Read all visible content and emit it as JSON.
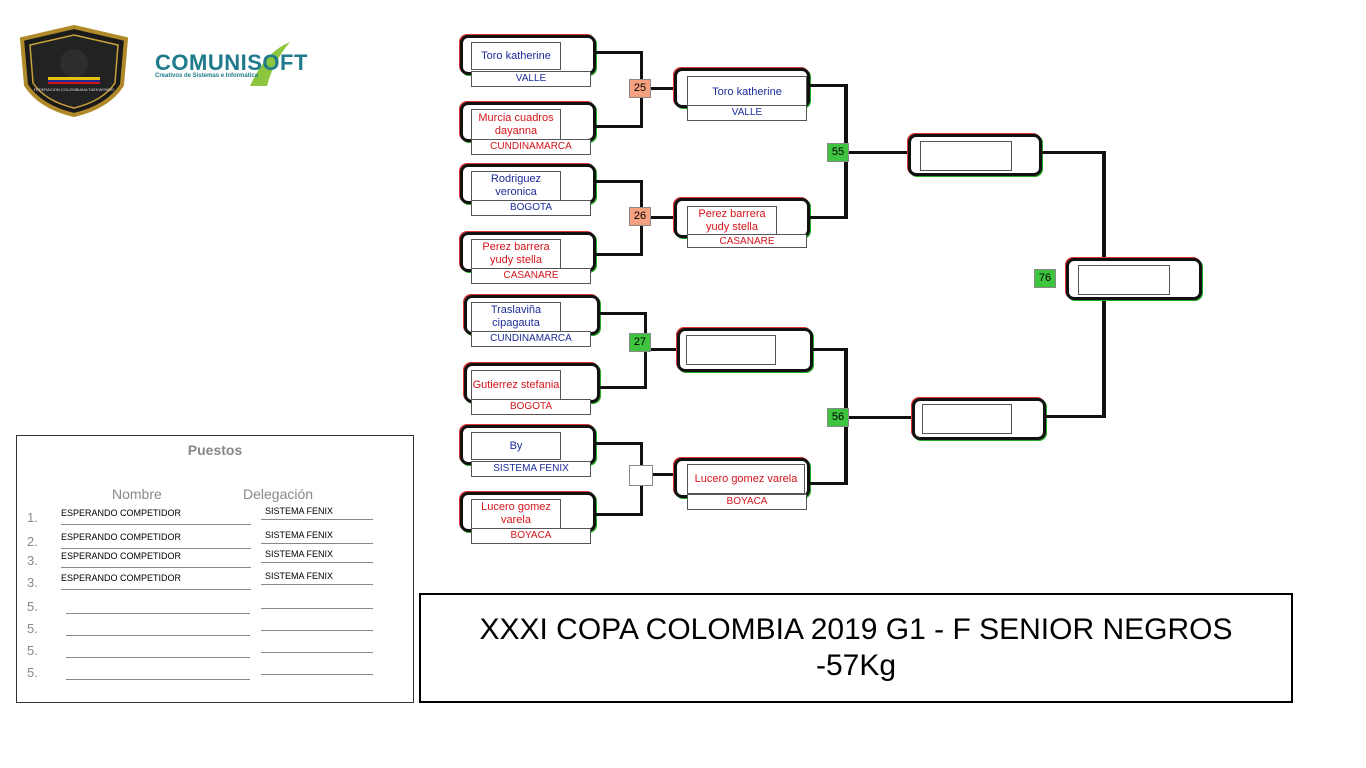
{
  "logos": {
    "federation_text": "FEDERACION COLOMBIANA TAEKWONDO",
    "comunisoft_brand": "COMUNISOFT",
    "comunisoft_tagline": "Creativos de Sistemas e Informática"
  },
  "round1": [
    {
      "name": "Toro  katherine",
      "delegation": "VALLE",
      "color": "blue"
    },
    {
      "name": "Murcia cuadros dayanna",
      "delegation": "CUNDINAMARCA",
      "color": "red"
    },
    {
      "name": "Rodriguez veronica",
      "delegation": "BOGOTA",
      "color": "blue"
    },
    {
      "name": "Perez barrera yudy stella",
      "delegation": "CASANARE",
      "color": "red"
    },
    {
      "name": "Traslaviña cipagauta",
      "delegation": "CUNDINAMARCA",
      "color": "blue"
    },
    {
      "name": "Gutierrez stefania",
      "delegation": "BOGOTA",
      "color": "red"
    },
    {
      "name": "By",
      "delegation": "SISTEMA FENIX",
      "color": "blue"
    },
    {
      "name": "Lucero gomez varela",
      "delegation": "BOYACA",
      "color": "red"
    }
  ],
  "round2": [
    {
      "name": "Toro  katherine",
      "delegation": "VALLE",
      "color": "blue"
    },
    {
      "name": "Perez barrera yudy stella",
      "delegation": "CASANARE",
      "color": "red"
    },
    {
      "name": "",
      "delegation": "",
      "color": "blue"
    },
    {
      "name": "Lucero gomez varela",
      "delegation": "BOYACA",
      "color": "red"
    }
  ],
  "matches": {
    "m25": "25",
    "m26": "26",
    "m27": "27",
    "m28": "",
    "m55": "55",
    "m56": "56",
    "m76": "76"
  },
  "colors": {
    "orange": "#f5a07f",
    "green": "#3ec43e",
    "blue_corner": "#1b2c9a",
    "red_corner": "#d4141a"
  },
  "puestos": {
    "title": "Puestos",
    "col_nombre": "Nombre",
    "col_delegacion": "Delegación",
    "rows": [
      {
        "num": "1.",
        "name": "ESPERANDO COMPETIDOR",
        "delegation": "SISTEMA FENIX"
      },
      {
        "num": "2.",
        "name": "ESPERANDO COMPETIDOR",
        "delegation": "SISTEMA FENIX"
      },
      {
        "num": "3.",
        "name": "ESPERANDO COMPETIDOR",
        "delegation": "SISTEMA FENIX"
      },
      {
        "num": "3.",
        "name": "ESPERANDO COMPETIDOR",
        "delegation": "SISTEMA FENIX"
      },
      {
        "num": "5.",
        "name": "",
        "delegation": ""
      },
      {
        "num": "5.",
        "name": "",
        "delegation": ""
      },
      {
        "num": "5.",
        "name": "",
        "delegation": ""
      },
      {
        "num": "5.",
        "name": "",
        "delegation": ""
      }
    ]
  },
  "event": {
    "title_line1": "XXXI COPA COLOMBIA 2019 G1 - F SENIOR NEGROS",
    "title_line2": "-57Kg"
  }
}
